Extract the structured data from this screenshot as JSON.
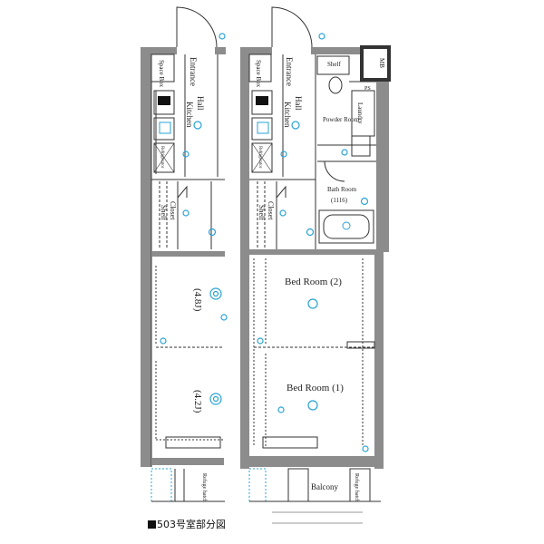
{
  "caption": "503号室部分図",
  "left_unit": {
    "rooms": {
      "space_box": "Space Box",
      "entrance": "Entrance",
      "hall": "Hall",
      "kitchen": "Kitchen",
      "closet": "Closet",
      "shelf": "Shelf",
      "room_a": "(4.8J)",
      "room_b": "(4.2J)",
      "refuge_hatch": "Refuge hatch",
      "refrigerator": "Refrigerator"
    }
  },
  "right_unit": {
    "rooms": {
      "space_box": "Space Box",
      "entrance": "Entrance",
      "hall": "Hall",
      "kitchen": "Kitchen",
      "closet": "Closet",
      "shelf": "Shelf",
      "shelf_upper": "Shelf",
      "powder_room": "Powder Room",
      "laundry": "Laundry",
      "bath_room": "Bath Room",
      "bath_size": "(1116)",
      "bed_room_2": "Bed Room (2)",
      "bed_room_1": "Bed Room (1)",
      "balcony": "Balcony",
      "refuge_hatch": "Refuge hatch",
      "refrigerator": "Refrigerator",
      "mb": "MB",
      "ps": "PS"
    }
  },
  "colors": {
    "wall": "#8c8c8c",
    "fixture": "#2aa3d6",
    "line": "#333333"
  }
}
